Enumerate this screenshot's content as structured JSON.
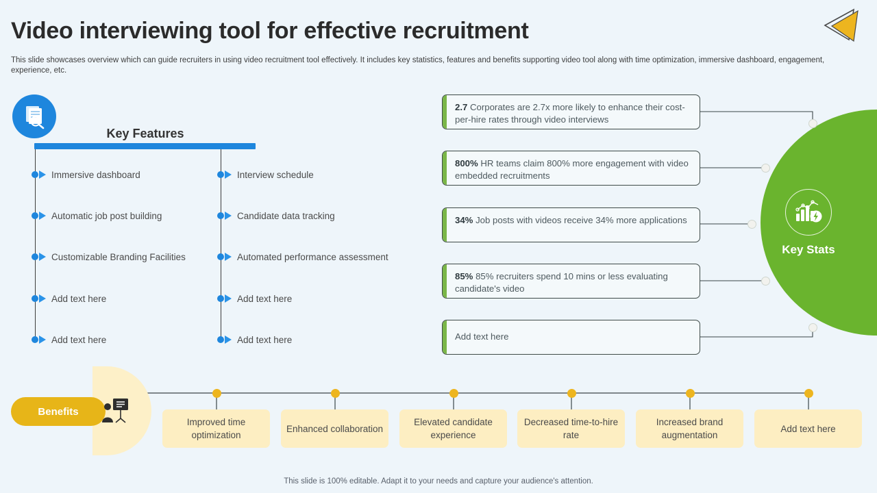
{
  "header": {
    "title": "Video interviewing tool for effective recruitment",
    "subtitle": "This slide showcases overview which can guide recruiters in using video recruitment tool effectively. It includes key statistics, features and benefits supporting video tool along with time optimization, immersive dashboard, engagement, experience, etc.",
    "logo_icon": "triangle-play-logo-icon"
  },
  "key_features": {
    "heading": "Key Features",
    "icon": "document-search-icon",
    "left_items": [
      {
        "label": "Immersive dashboard"
      },
      {
        "label": "Automatic job post building"
      },
      {
        "label": "Customizable Branding Facilities"
      },
      {
        "label": "Add text here"
      },
      {
        "label": "Add text here"
      }
    ],
    "right_items": [
      {
        "label": "Interview schedule"
      },
      {
        "label": "Candidate data tracking"
      },
      {
        "label": "Automated performance assessment"
      },
      {
        "label": "Add text here"
      },
      {
        "label": "Add text here"
      }
    ]
  },
  "key_stats": {
    "label": "Key Stats",
    "icon": "bar-chart-stats-icon",
    "cards": [
      {
        "value": "2.7",
        "text": " Corporates are 2.7x more likely to enhance their cost-per-hire rates through video interviews"
      },
      {
        "value": "800%",
        "text": " HR teams claim 800% more engagement with video embedded recruitments"
      },
      {
        "value": "34%",
        "text": " Job posts with videos receive 34% more applications"
      },
      {
        "value": "85%",
        "text": " 85% recruiters spend 10 mins or less evaluating candidate's video"
      },
      {
        "value": "",
        "text": "Add text here"
      }
    ]
  },
  "benefits": {
    "label": "Benefits",
    "icon": "presenter-board-icon",
    "items": [
      {
        "label": "Improved time optimization"
      },
      {
        "label": "Enhanced collaboration"
      },
      {
        "label": "Elevated candidate experience"
      },
      {
        "label": "Decreased time-to-hire rate"
      },
      {
        "label": "Increased brand augmentation"
      },
      {
        "label": "Add text here"
      }
    ]
  },
  "footer": {
    "note": "This slide is 100% editable. Adapt it to your needs and capture your audience's attention."
  },
  "colors": {
    "background": "#eef5fa",
    "blue": "#1e86dd",
    "green": "#6ab42e",
    "accent_green": "#7ab648",
    "gold": "#e7b518",
    "card_yellow": "#fdeec2"
  }
}
